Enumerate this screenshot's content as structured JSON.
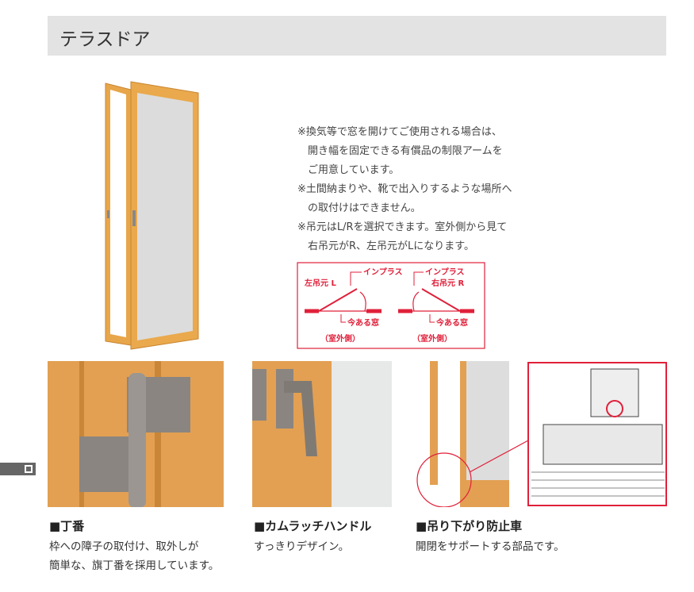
{
  "header": {
    "title": "テラスドア"
  },
  "notes": [
    "※換気等で窓を開けてご使用される場合は、",
    "開き幅を固定できる有償品の制限アームを",
    "ご用意しています。",
    "※土間納まりや、靴で出入りするような場所へ",
    "の取付けはできません。",
    "※吊元はL/Rを選択できます。室外側から見て",
    "右吊元がR、左吊元がLになります。"
  ],
  "diagram": {
    "left": {
      "label": "左吊元 L",
      "inplus": "インプラス",
      "existing": "今ある窓",
      "side": "（室外側）"
    },
    "right": {
      "label": "右吊元 R",
      "inplus": "インプラス",
      "existing": "今ある窓",
      "side": "（室外側）"
    },
    "color": "#e0203a"
  },
  "features": [
    {
      "title": "■丁番",
      "desc": [
        "枠への障子の取付け、取外しが",
        "簡単な、旗丁番を採用しています。"
      ]
    },
    {
      "title": "■カムラッチハンドル",
      "desc": [
        "すっきりデザイン。"
      ]
    },
    {
      "title": "■吊り下がり防止車",
      "desc": [
        "開閉をサポートする部品です。"
      ]
    }
  ]
}
